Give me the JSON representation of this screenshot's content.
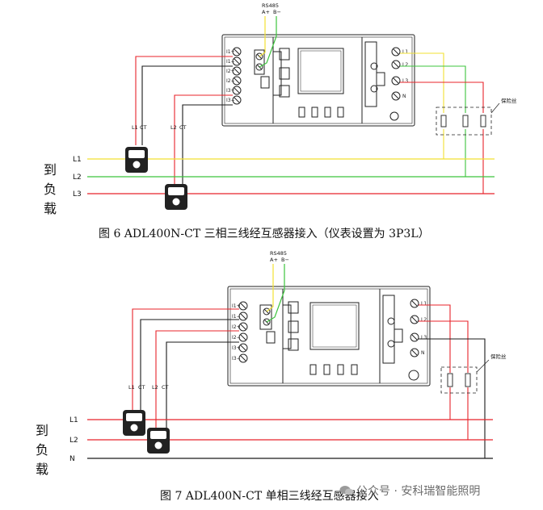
{
  "fig6": {
    "caption": "图 6   ADL400N-CT  三相三线经互感器接入（仪表设置为 3P3L）",
    "rs485": "RS485",
    "a": "A+",
    "b": "B−",
    "ct_terms": [
      "I1+",
      "I1−",
      "I2+",
      "I2−",
      "I3+",
      "I3−"
    ],
    "v_terms": [
      "L1",
      "L2",
      "L3",
      "N"
    ],
    "ct_labels": [
      "L1",
      "CT",
      "L2",
      "CT"
    ],
    "lines": [
      "L1",
      "L2",
      "L3"
    ],
    "load_chars": [
      "到",
      "负",
      "载"
    ],
    "fuse_label": "保险丝"
  },
  "fig7": {
    "caption": "图 7   ADL400N-CT  单相三线经互感器接入",
    "rs485": "RS485",
    "a": "A+",
    "b": "B−",
    "ct_terms": [
      "I1+",
      "I1−",
      "I2+",
      "I2−",
      "I3+",
      "I3−"
    ],
    "v_terms": [
      "L1",
      "L2",
      "L3",
      "N"
    ],
    "ct_labels": [
      "L1",
      "CT",
      "L2",
      "CT"
    ],
    "lines": [
      "L1",
      "L2",
      "N"
    ],
    "load_chars": [
      "到",
      "负",
      "载"
    ],
    "fuse_label": "保险丝"
  },
  "watermark": {
    "text": "公众号 · 安科瑞智能照明"
  },
  "colors": {
    "red": "#e8232a",
    "green": "#3cc43c",
    "yellow": "#f2e132",
    "black": "#1a1a1a"
  }
}
